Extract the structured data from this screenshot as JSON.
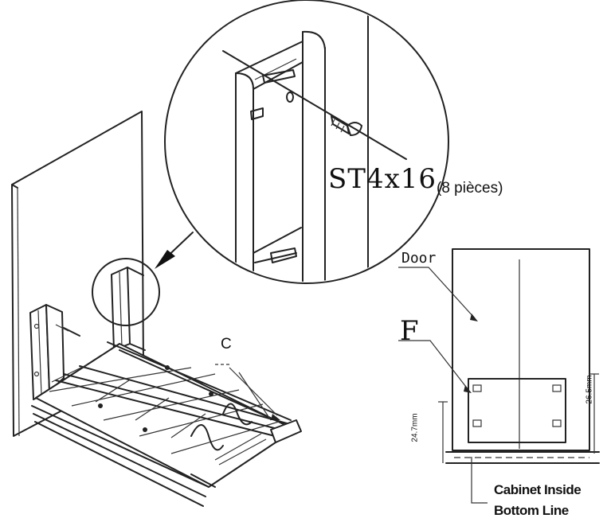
{
  "labels": {
    "screw_spec": "ST4x16",
    "screw_qty": "(8  pièces)",
    "part_c": "C",
    "door": "Door",
    "part_f": "F",
    "dim_left": "24.7mm",
    "dim_right": "26.5mm",
    "cabinet_line_1": "Cabinet Inside",
    "cabinet_line_2": "Bottom Line"
  }
}
